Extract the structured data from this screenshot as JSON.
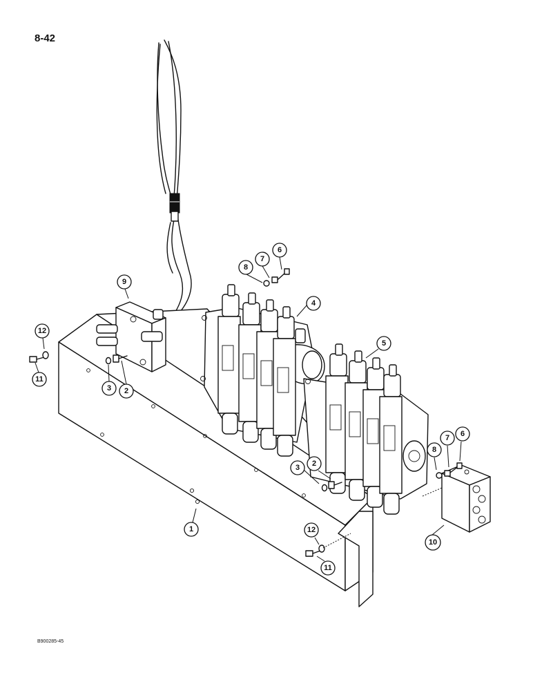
{
  "page_number": "8-42",
  "figure_code": "B900285-45",
  "callouts": [
    {
      "id": "c9",
      "label": "9"
    },
    {
      "id": "c12a",
      "label": "12"
    },
    {
      "id": "c11a",
      "label": "11"
    },
    {
      "id": "c3a",
      "label": "3"
    },
    {
      "id": "c2a",
      "label": "2"
    },
    {
      "id": "c8a",
      "label": "8"
    },
    {
      "id": "c7a",
      "label": "7"
    },
    {
      "id": "c6a",
      "label": "6"
    },
    {
      "id": "c4",
      "label": "4"
    },
    {
      "id": "c5",
      "label": "5"
    },
    {
      "id": "c1",
      "label": "1"
    },
    {
      "id": "c3b",
      "label": "3"
    },
    {
      "id": "c2b",
      "label": "2"
    },
    {
      "id": "c8b",
      "label": "8"
    },
    {
      "id": "c7b",
      "label": "7"
    },
    {
      "id": "c6b",
      "label": "6"
    },
    {
      "id": "c10",
      "label": "10"
    },
    {
      "id": "c12b",
      "label": "12"
    },
    {
      "id": "c11b",
      "label": "11"
    }
  ]
}
